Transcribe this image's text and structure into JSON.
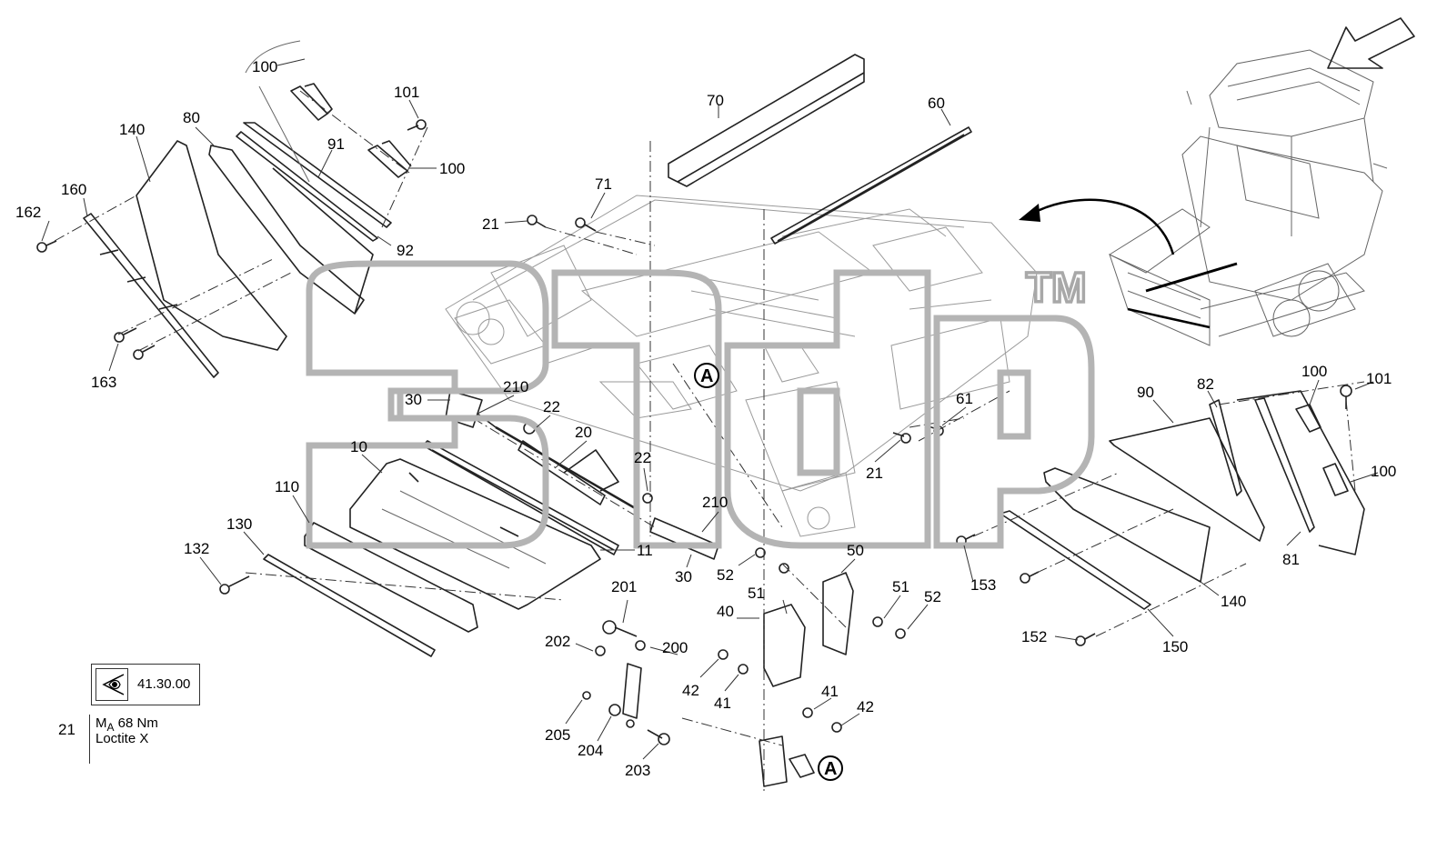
{
  "diagram": {
    "callouts": [
      {
        "id": "c100a",
        "text": "100"
      },
      {
        "id": "c101a",
        "text": "101"
      },
      {
        "id": "c140a",
        "text": "140"
      },
      {
        "id": "c80",
        "text": "80"
      },
      {
        "id": "c91",
        "text": "91"
      },
      {
        "id": "c100b",
        "text": "100"
      },
      {
        "id": "c160",
        "text": "160"
      },
      {
        "id": "c162",
        "text": "162"
      },
      {
        "id": "c92",
        "text": "92"
      },
      {
        "id": "c163",
        "text": "163"
      },
      {
        "id": "c70",
        "text": "70"
      },
      {
        "id": "c60",
        "text": "60"
      },
      {
        "id": "c71",
        "text": "71"
      },
      {
        "id": "c21a",
        "text": "21"
      },
      {
        "id": "c30a",
        "text": "30"
      },
      {
        "id": "c210a",
        "text": "210"
      },
      {
        "id": "c22a",
        "text": "22"
      },
      {
        "id": "c20",
        "text": "20"
      },
      {
        "id": "c10",
        "text": "10"
      },
      {
        "id": "c110",
        "text": "110"
      },
      {
        "id": "c130",
        "text": "130"
      },
      {
        "id": "c132",
        "text": "132"
      },
      {
        "id": "c11",
        "text": "11"
      },
      {
        "id": "c22b",
        "text": "22"
      },
      {
        "id": "c210b",
        "text": "210"
      },
      {
        "id": "c30b",
        "text": "30"
      },
      {
        "id": "c52a",
        "text": "52"
      },
      {
        "id": "c50",
        "text": "50"
      },
      {
        "id": "c51a",
        "text": "51"
      },
      {
        "id": "c40",
        "text": "40"
      },
      {
        "id": "c201",
        "text": "201"
      },
      {
        "id": "c202",
        "text": "202"
      },
      {
        "id": "c200",
        "text": "200"
      },
      {
        "id": "c42a",
        "text": "42"
      },
      {
        "id": "c41a",
        "text": "41"
      },
      {
        "id": "c41b",
        "text": "41"
      },
      {
        "id": "c42b",
        "text": "42"
      },
      {
        "id": "c205",
        "text": "205"
      },
      {
        "id": "c204",
        "text": "204"
      },
      {
        "id": "c203",
        "text": "203"
      },
      {
        "id": "c51b",
        "text": "51"
      },
      {
        "id": "c52b",
        "text": "52"
      },
      {
        "id": "c61",
        "text": "61"
      },
      {
        "id": "c21b",
        "text": "21"
      },
      {
        "id": "c90",
        "text": "90"
      },
      {
        "id": "c82",
        "text": "82"
      },
      {
        "id": "c100c",
        "text": "100"
      },
      {
        "id": "c101b",
        "text": "101"
      },
      {
        "id": "c100d",
        "text": "100"
      },
      {
        "id": "c153",
        "text": "153"
      },
      {
        "id": "c140b",
        "text": "140"
      },
      {
        "id": "c81",
        "text": "81"
      },
      {
        "id": "c152",
        "text": "152"
      },
      {
        "id": "c150",
        "text": "150"
      }
    ],
    "view_markers": [
      {
        "id": "mA1",
        "text": "A"
      },
      {
        "id": "mA2",
        "text": "A"
      }
    ],
    "reference": {
      "icon": "eye-icon",
      "code": "41.30.00"
    },
    "note": {
      "item": "21",
      "torque_symbol": "M",
      "torque_subscript": "A",
      "torque_value": " 68 Nm",
      "adhesive": "Loctite X"
    },
    "watermark": {
      "trademark": "TM"
    },
    "colors": {
      "lines": "#222222",
      "watermark": "#b4b4b4",
      "background": "#ffffff"
    }
  }
}
